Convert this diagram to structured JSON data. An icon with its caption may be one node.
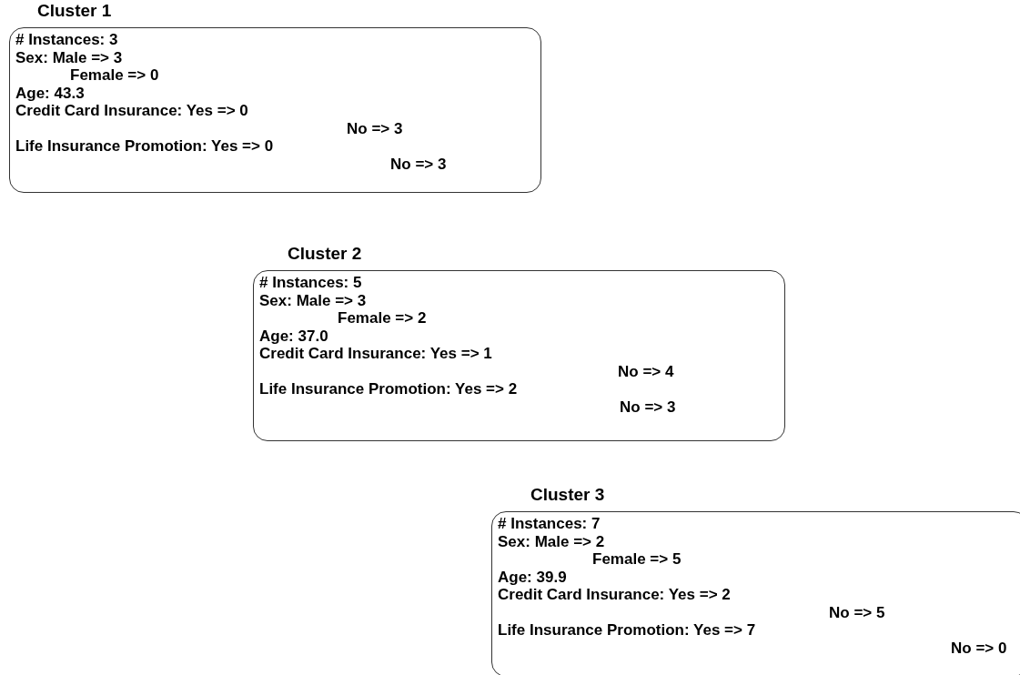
{
  "diagram": {
    "nodes": [
      {
        "text": [
          "Cluster 1",
          "# Instances: 3",
          "Sex: Male => 3",
          "Female => 0",
          "Age: 43.3",
          "Credit Card Insurance: Yes => 0",
          "No => 3",
          "Life Insurance Promotion: Yes => 0",
          "No => 3"
        ]
      },
      {
        "text": [
          "Cluster 2",
          "# Instances: 5",
          "Sex: Male => 3",
          "Female => 2",
          "Age: 37.0",
          "Credit Card Insurance: Yes => 1",
          "No => 4",
          "Life Insurance Promotion: Yes => 2",
          "No => 3"
        ]
      },
      {
        "text": [
          "Cluster 3",
          "# Instances: 7",
          "Sex: Male => 2",
          "Female => 5",
          "Age: 39.9",
          "Credit Card Insurance: Yes => 2",
          "No => 5",
          "Life Insurance Promotion: Yes => 7",
          "No => 0"
        ]
      }
    ]
  }
}
